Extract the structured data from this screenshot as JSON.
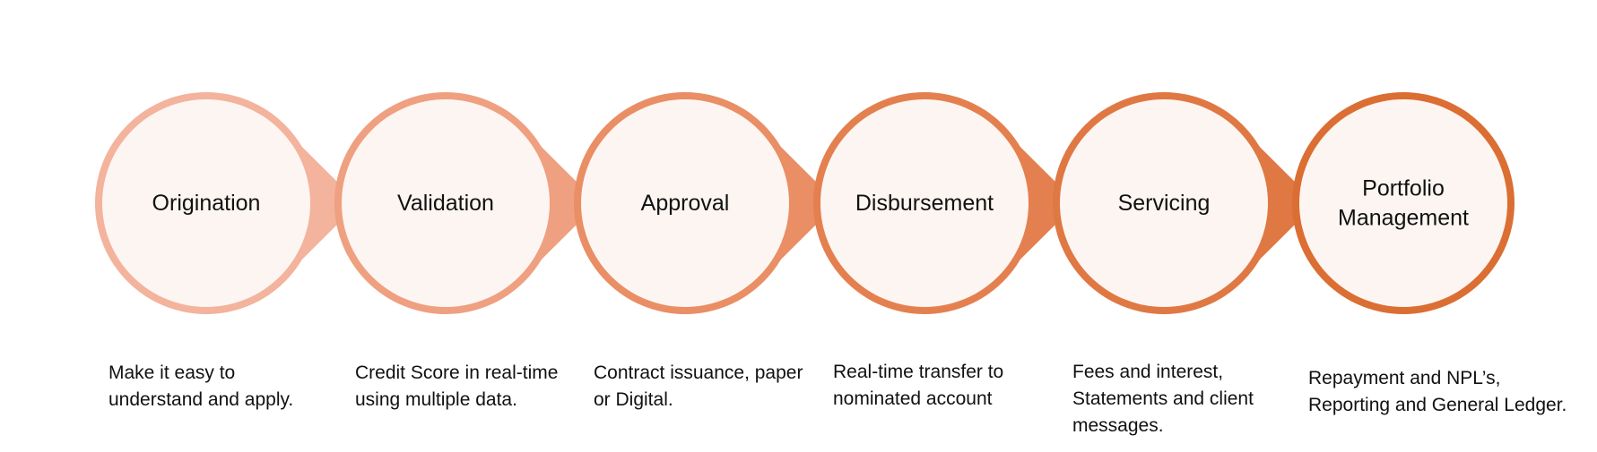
{
  "stages": [
    {
      "label_lines": [
        "Origination"
      ],
      "desc_lines": [
        "Make it easy to",
        "understand and apply."
      ],
      "color": "#f3b39c"
    },
    {
      "label_lines": [
        "Validation"
      ],
      "desc_lines": [
        "Credit Score in real-time",
        "using multiple data."
      ],
      "color": "#efa080"
    },
    {
      "label_lines": [
        "Approval"
      ],
      "desc_lines": [
        "Contract issuance, paper",
        "or Digital."
      ],
      "color": "#e98e65"
    },
    {
      "label_lines": [
        "Disbursement"
      ],
      "desc_lines": [
        "Real-time transfer to",
        "nominated account"
      ],
      "color": "#e4804f"
    },
    {
      "label_lines": [
        "Servicing"
      ],
      "desc_lines": [
        "Fees and interest,",
        "Statements and client",
        "messages."
      ],
      "color": "#df7843"
    },
    {
      "label_lines": [
        "Portfolio",
        "Management"
      ],
      "desc_lines": [
        "Repayment and NPL’s,",
        "Reporting and General Ledger."
      ],
      "color": "#db6e33"
    }
  ],
  "circle_fill": "#fdf5f1"
}
